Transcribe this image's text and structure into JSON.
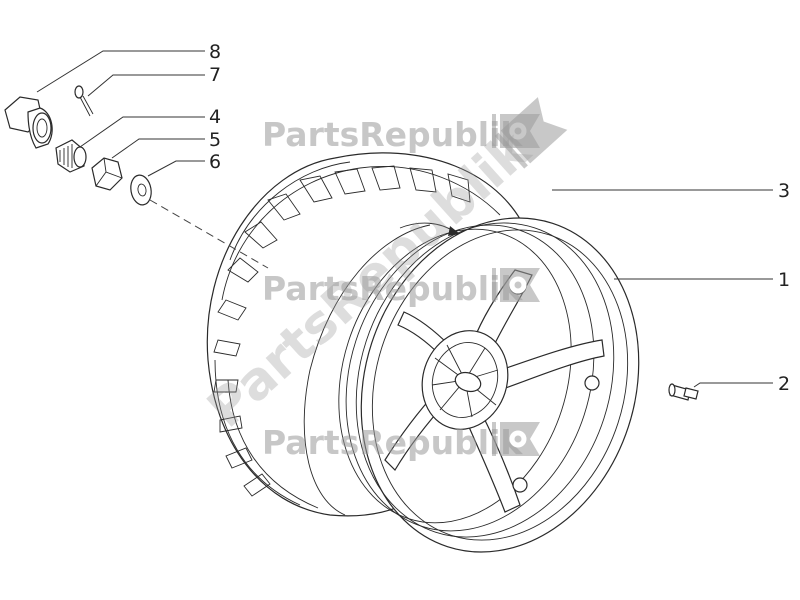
{
  "watermark": {
    "text": "PartsRepublik"
  },
  "callouts": [
    {
      "number": "8",
      "part": "nut"
    },
    {
      "number": "7",
      "part": "split-pin"
    },
    {
      "number": "4",
      "part": "spacer"
    },
    {
      "number": "5",
      "part": "hex-nut"
    },
    {
      "number": "6",
      "part": "washer"
    },
    {
      "number": "3",
      "part": "tire"
    },
    {
      "number": "1",
      "part": "rim"
    },
    {
      "number": "2",
      "part": "valve"
    }
  ]
}
